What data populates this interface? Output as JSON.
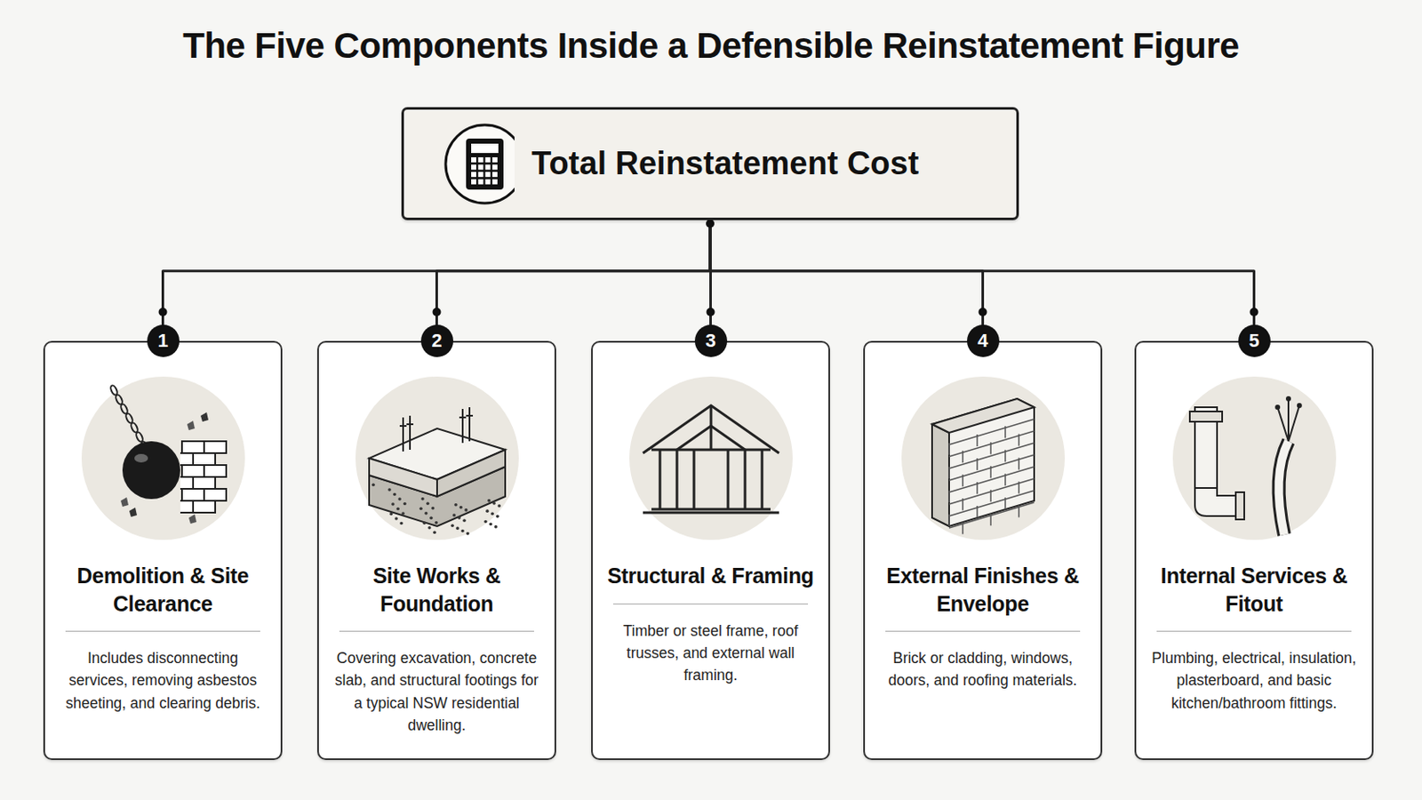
{
  "diagram": {
    "title": "The Five Components Inside a Defensible Reinstatement Figure",
    "nodes": [
      {
        "text": [
          "Total Reinstatement Cost"
        ]
      },
      {
        "text": [
          "Demolition & Site Clearance",
          "Includes disconnecting services, removing asbestos sheeting, and clearing debris."
        ]
      },
      {
        "text": [
          "Site Works & Foundation",
          "Covering excavation, concrete slab, and structural footings for a typical NSW residential dwelling."
        ]
      },
      {
        "text": [
          "Structural & Framing",
          "Timber or steel frame, roof trusses, and external wall framing."
        ]
      },
      {
        "text": [
          "External Finishes & Envelope",
          "Brick or cladding, windows, doors, and roofing materials."
        ]
      },
      {
        "text": [
          "Internal Services & Fitout",
          "Plumbing, electrical, insulation, plasterboard, and basic kitchen/bathroom fittings."
        ]
      }
    ],
    "edges": [
      {
        "from": 0,
        "to": 1,
        "arrow": "none"
      },
      {
        "from": 0,
        "to": 2,
        "arrow": "none"
      },
      {
        "from": 0,
        "to": 3,
        "arrow": "none"
      },
      {
        "from": 0,
        "to": 4,
        "arrow": "none"
      },
      {
        "from": 0,
        "to": 5,
        "arrow": "none"
      }
    ],
    "labels": [
      "1",
      "2",
      "3",
      "4",
      "5"
    ]
  }
}
